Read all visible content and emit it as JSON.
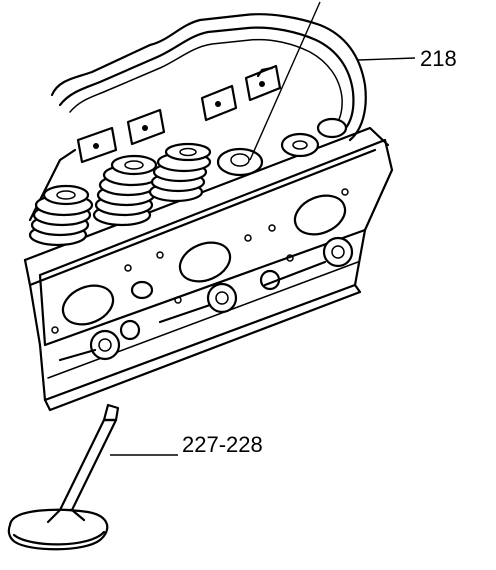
{
  "diagram": {
    "callouts": [
      {
        "id": "gasket",
        "label": "218"
      },
      {
        "id": "valve",
        "label": "227-228"
      }
    ],
    "components": [
      "cylinder-head",
      "rocker-cover-gasket",
      "valve-springs",
      "rocker-arm-pedestals",
      "exhaust-ports",
      "intake-valve"
    ]
  },
  "colors": {
    "ink": "#000000",
    "background": "#ffffff"
  }
}
